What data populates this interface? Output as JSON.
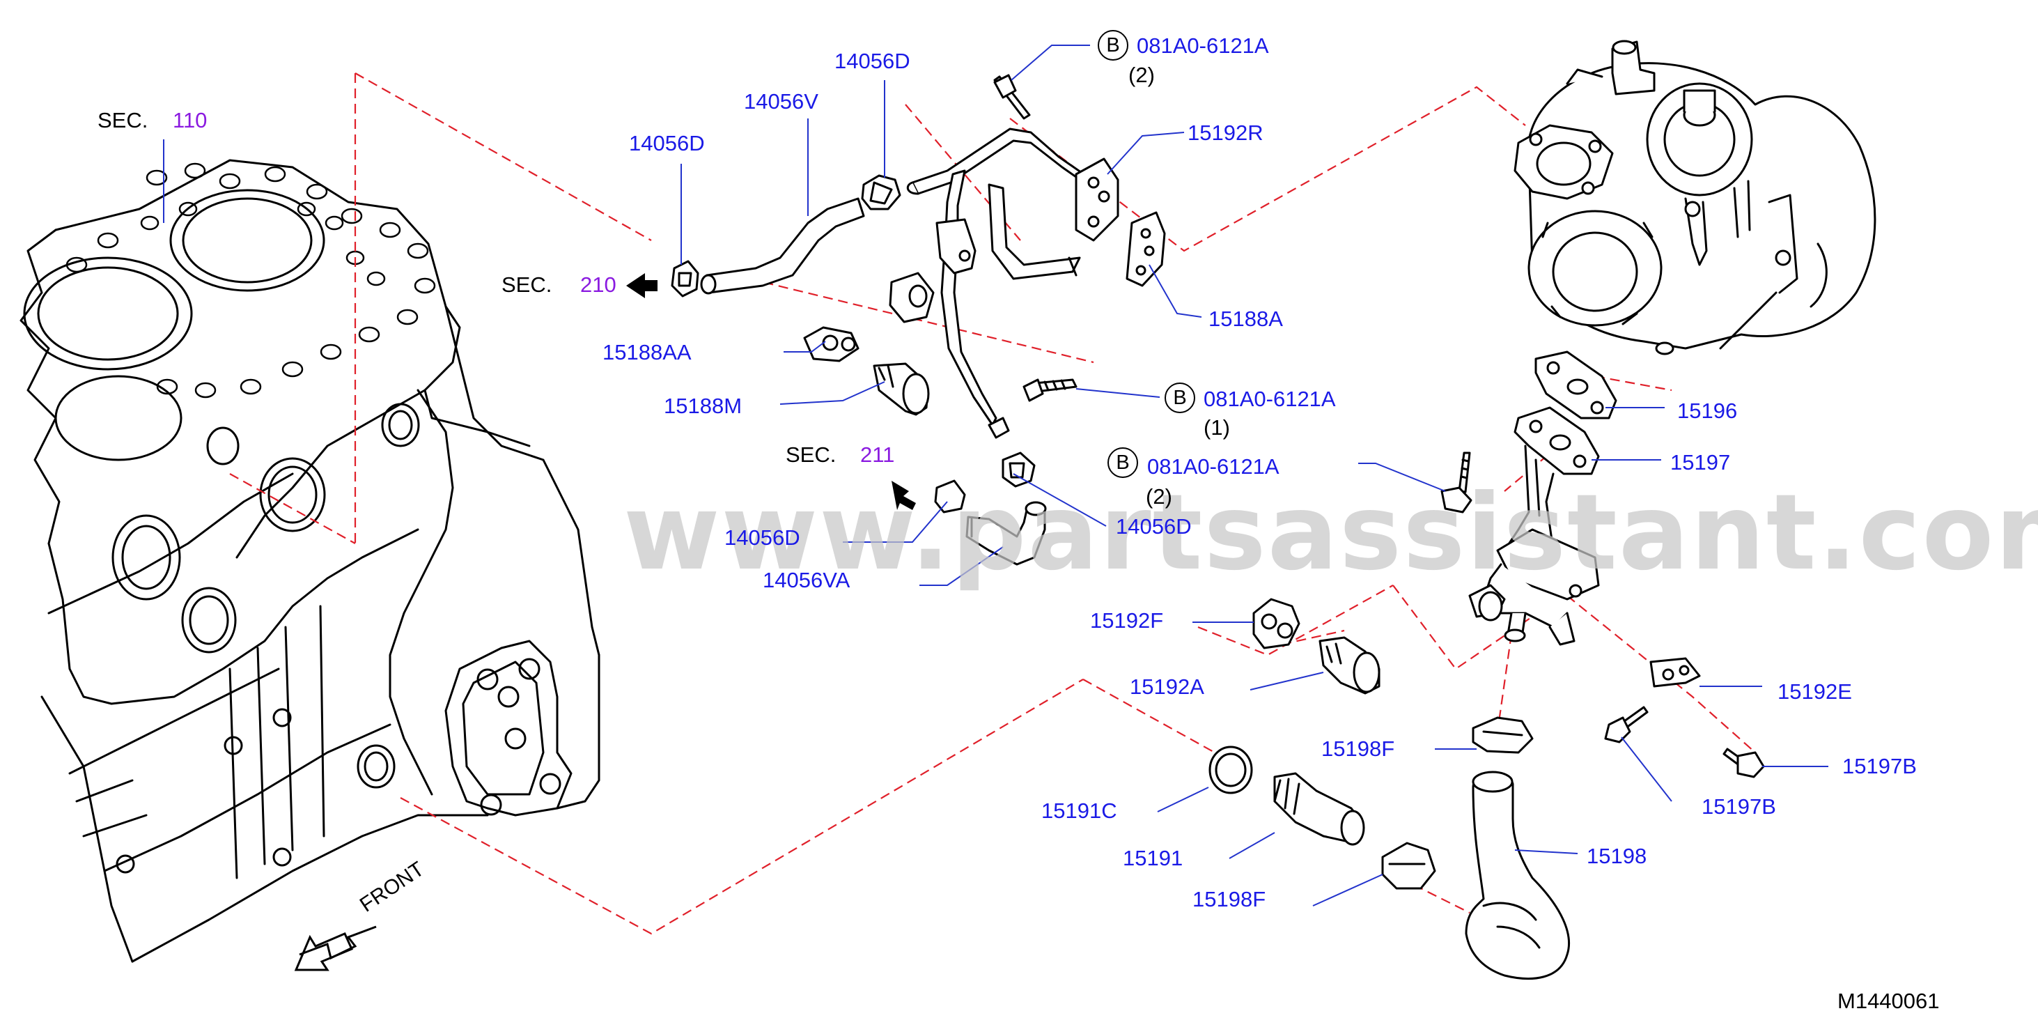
{
  "diagram": {
    "code": "M1440061",
    "watermark": "www.partsassistant.com",
    "front_label": "FRONT",
    "colors": {
      "part_number": "#1a1ae6",
      "section_number": "#8a1ae0",
      "leader": "#2233cc",
      "phantom": "#e0202a",
      "linework": "#000000"
    },
    "sections": [
      {
        "prefix": "SEC.",
        "number": "110"
      },
      {
        "prefix": "SEC.",
        "number": "210"
      },
      {
        "prefix": "SEC.",
        "number": "211"
      }
    ],
    "bolt_refs": [
      {
        "symbol": "B",
        "number": "081A0-6121A",
        "qty": "(2)"
      },
      {
        "symbol": "B",
        "number": "081A0-6121A",
        "qty": "(1)"
      },
      {
        "symbol": "B",
        "number": "081A0-6121A",
        "qty": "(2)"
      }
    ],
    "parts": [
      "14056D",
      "14056V",
      "14056D",
      "15192R",
      "15188A",
      "15188AA",
      "15188M",
      "14056D",
      "14056VA",
      "14056D",
      "15196",
      "15197",
      "15192F",
      "15192A",
      "15192E",
      "15198F",
      "15197B",
      "15197B",
      "15191C",
      "15191",
      "15198",
      "15198F"
    ]
  }
}
